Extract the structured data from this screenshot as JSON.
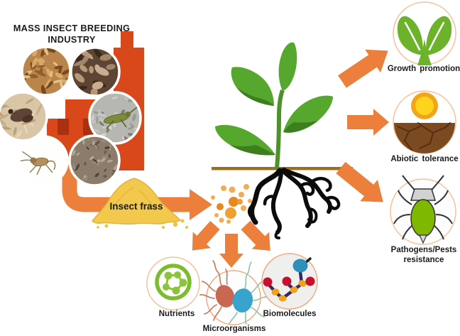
{
  "diagram_title": {
    "line1": "MASS INSECT BREEDING",
    "line2": "INDUSTRY"
  },
  "frass": {
    "label": "Insect frass"
  },
  "insect_photos": [
    {
      "name": "mealworms"
    },
    {
      "name": "fly-larvae"
    },
    {
      "name": "moth"
    },
    {
      "name": "grasshopper"
    },
    {
      "name": "cricket"
    },
    {
      "name": "rearing-substrate"
    }
  ],
  "soil_components": [
    {
      "label": "Nutrients",
      "icon": "nutrient-molecule-icon",
      "accent": "#7DBB2F"
    },
    {
      "label": "Microorganisms",
      "icon": "microbes-icon",
      "accent": "#39A3CE"
    },
    {
      "label": "Biomolecules",
      "icon": "molecule-structure-icon",
      "accent": "#372A5E"
    }
  ],
  "plant_benefits": [
    {
      "label": "Growth promotion",
      "icon": "leaves-icon"
    },
    {
      "label": "Abiotic tolerance",
      "icon": "sun-over-soil-icon"
    },
    {
      "label": "Pathogens/Pests resistance",
      "icon": "aphid-icon"
    }
  ],
  "colors": {
    "arrow_orange": "#ED7F3C",
    "factory_red": "#D9481A",
    "factory_window": "#A93110",
    "frass_yellow": "#F3C94D",
    "soil_line_brown": "#9C6D1C",
    "leaf_green": "#56A72E",
    "leaf_shade_green": "#3D7F1E",
    "nutrient_green": "#7DBB2F",
    "microbe_salmon": "#C96750",
    "microbe_blue": "#39A3CE",
    "biomolecule_purple": "#372A5E",
    "biomolecule_red": "#C4122E",
    "biomolecule_yellow": "#F0A31B",
    "aphid_green": "#7FB800",
    "sun_orange": "#F2A41C",
    "sun_yellow": "#FFD41F",
    "soil_brown": "#7C4A21",
    "circle_border_peach": "#F5C29B"
  }
}
